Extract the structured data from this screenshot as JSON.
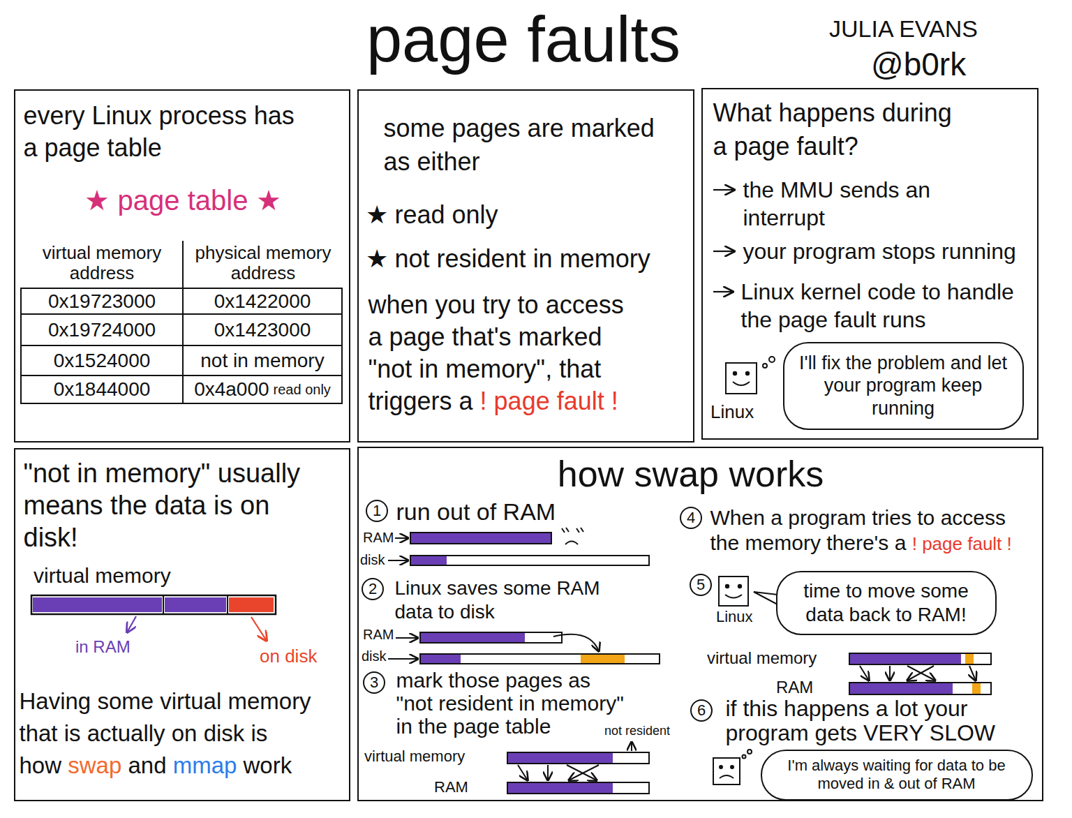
{
  "diagram": {
    "title": "page faults",
    "nodes": [
      {
        "text": [
          "every Linux process has a page table",
          "★ page table ★"
        ]
      },
      {
        "text": [
          "some pages are marked as either",
          "★ read only",
          "★ not resident in memory",
          "when you try to access a page that's marked \"not in memory\", that triggers a",
          "! page fault !"
        ]
      },
      {
        "text": [
          "What happens during a page fault?",
          "the MMU sends an interrupt",
          "your program stops running",
          "Linux kernel code to handle the page fault runs"
        ]
      },
      {
        "text": [
          "I'll fix the problem and let your program keep running"
        ],
        "in": 2
      },
      {
        "text": [
          "\"not in memory\" usually means the data is on disk!",
          "Having some virtual memory that is actually on disk is how",
          "swap",
          "and",
          "mmap",
          "work"
        ]
      },
      {
        "text": [
          "how swap works",
          "run out of RAM",
          "Linux saves some RAM data to disk",
          "mark those pages as \"not resident in memory\" in the page table",
          "When a program tries to access the memory there's a",
          "! page fault !",
          "if this happens a lot your program gets VERY SLOW"
        ]
      },
      {
        "text": [
          "time to move some data back to RAM!"
        ],
        "in": 5
      },
      {
        "text": [
          "I'm always waiting for data to be moved in & out of RAM"
        ],
        "in": 5
      }
    ],
    "labels": [
      "JULIA EVANS",
      "@b0rk",
      "virtual memory address",
      "physical memory address",
      "0x19723000",
      "0x1422000",
      "0x19724000",
      "0x1423000",
      "0x1524000",
      "not in memory",
      "0x1844000",
      "0x4a000",
      "read only",
      "Linux",
      "virtual memory",
      "in RAM",
      "on disk",
      "1",
      "RAM",
      "disk",
      "2",
      "RAM",
      "disk",
      "3",
      "not resident",
      "virtual memory",
      "RAM",
      "4",
      "5",
      "Linux",
      "virtual memory",
      "RAM",
      "6"
    ]
  }
}
